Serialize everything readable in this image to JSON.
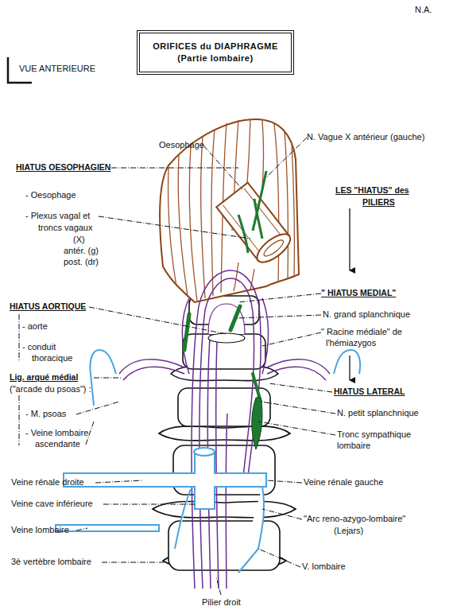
{
  "diagram": {
    "nodes": [
      {
        "text": [
          "ORIFICES du DIAPHRAGME",
          "(Partie lombaire)"
        ]
      }
    ],
    "labels": [
      "N.A.",
      "VUE ANTERIEURE",
      "Oesophage",
      "N. Vague X antérieur (gauche)",
      "HIATUS OESOPHAGIEN",
      "- Oesophage",
      "- Plexus vagal et",
      "troncs vagaux",
      "(X)",
      "antér. (g)",
      "post. (dr)",
      "LES \"HIATUS\" des",
      "PILIERS",
      "\" HIATUS MEDIAL\"",
      "N. grand splanchnique",
      "\" Racine médiale\" de",
      "l'hémiazygos",
      "HIATUS LATERAL",
      "N. petit splanchnique",
      "Tronc sympathique",
      "lombaire",
      "HIATUS AORTIQUE",
      "- aorte",
      "- conduit",
      "thoracique",
      "Lig. arqué médial",
      "(\"arcade du psoas\") :",
      "- M. psoas",
      "- Veine lombaire",
      "ascendante",
      "Veine rénale droite",
      "Veine rénale gauche",
      "Veine cave inférieure",
      "\"Arc reno-azygo-lombaire\"",
      "(Lejars)",
      "Veine lombaire",
      "3è vertèbre lombaire",
      "V. lombaire",
      "Pilier droit"
    ]
  }
}
